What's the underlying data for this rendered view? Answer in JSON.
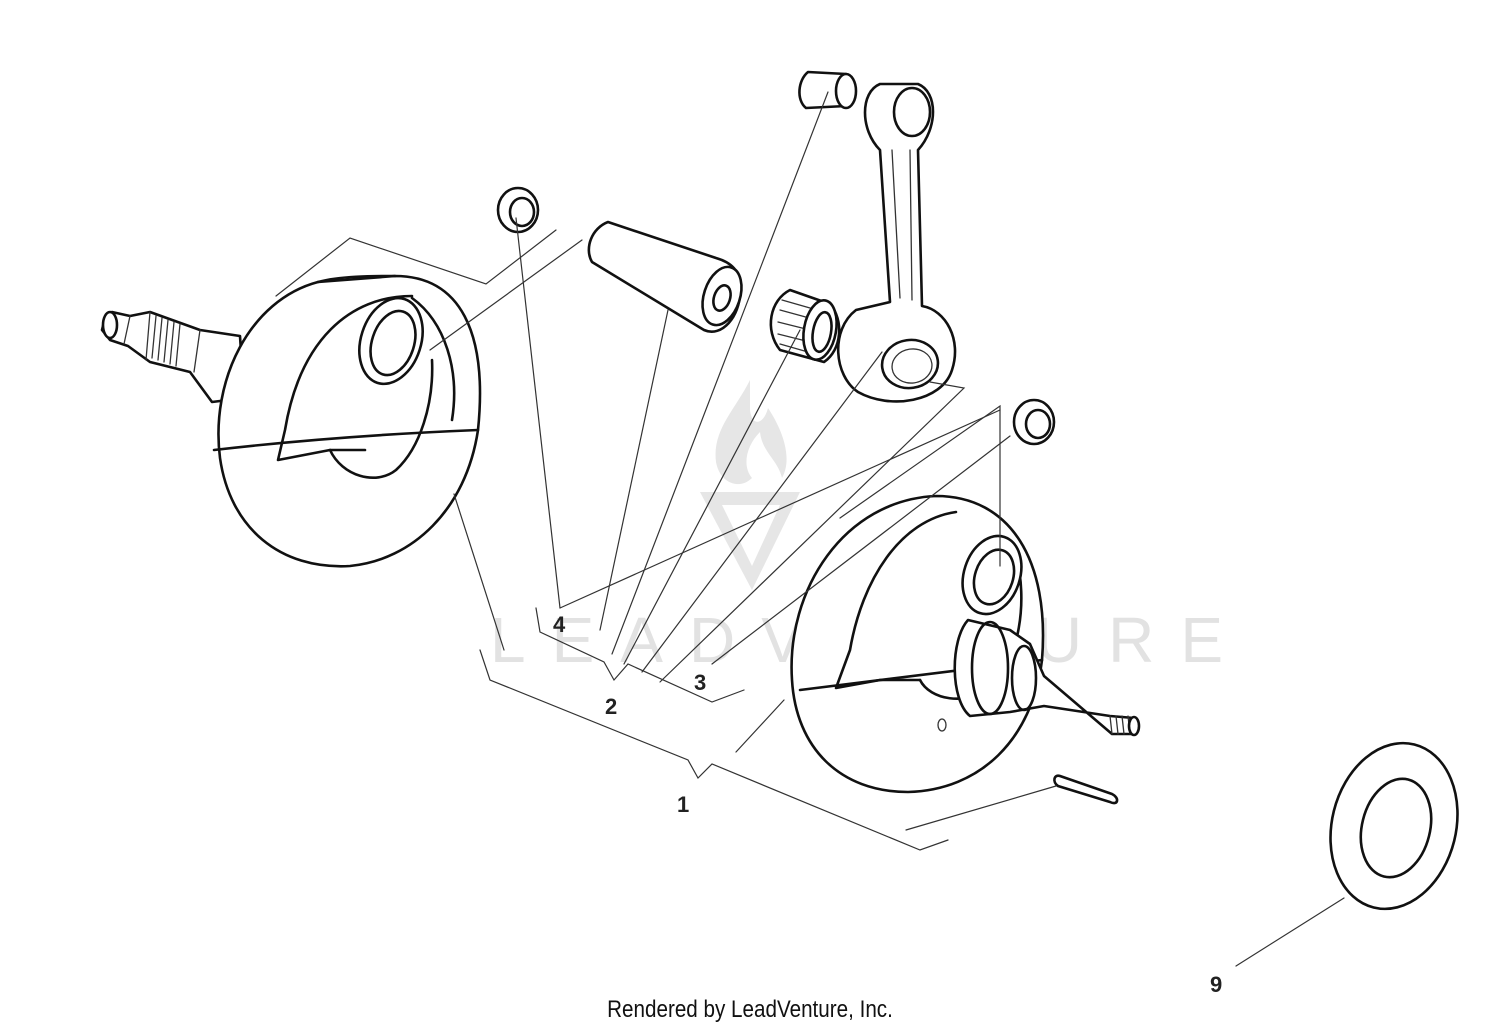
{
  "diagram": {
    "callouts": {
      "c1": "1",
      "c2": "2",
      "c3": "3",
      "c4": "4",
      "c9": "9"
    },
    "watermark": "LEADVENTURE",
    "footer": "Rendered by LeadVenture, Inc."
  }
}
